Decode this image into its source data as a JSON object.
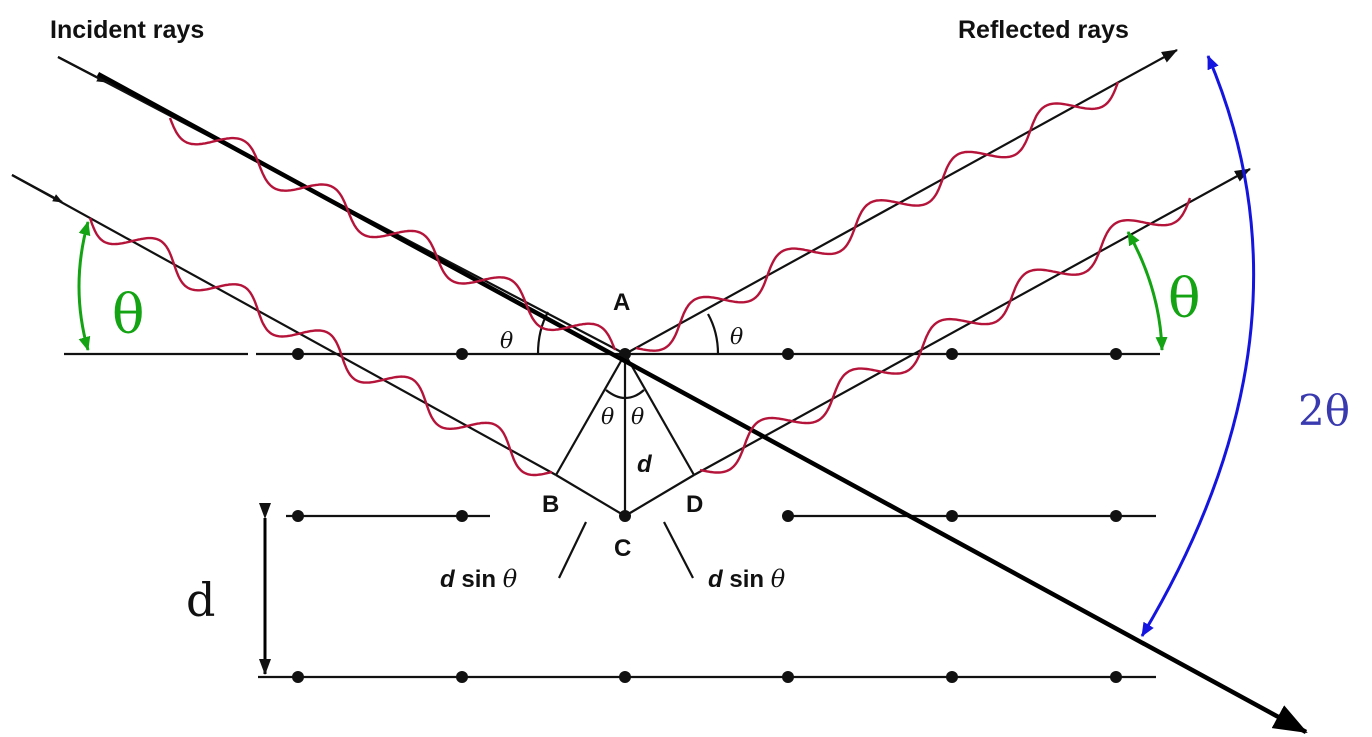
{
  "labels": {
    "incident_rays": "Incident rays",
    "reflected_rays": "Reflected rays",
    "point_a": "A",
    "point_b": "B",
    "point_c": "C",
    "point_d": "D",
    "spacing_d_italic": "d",
    "d_sin_theta_left_d": "d",
    "d_sin_theta_left_sin": " sin ",
    "d_sin_theta_left_theta": "θ",
    "d_sin_theta_right_d": "d",
    "d_sin_theta_right_sin": " sin ",
    "d_sin_theta_right_theta": "θ",
    "theta_small": "θ",
    "theta_large": "θ",
    "two_theta": "2θ",
    "spacing_d": "d"
  },
  "colors": {
    "ray": "#111111",
    "wave": "#b5143a",
    "angle_marker": "#13a313",
    "two_theta_marker": "#1515e0",
    "two_theta_text": "#3a3ab0"
  }
}
